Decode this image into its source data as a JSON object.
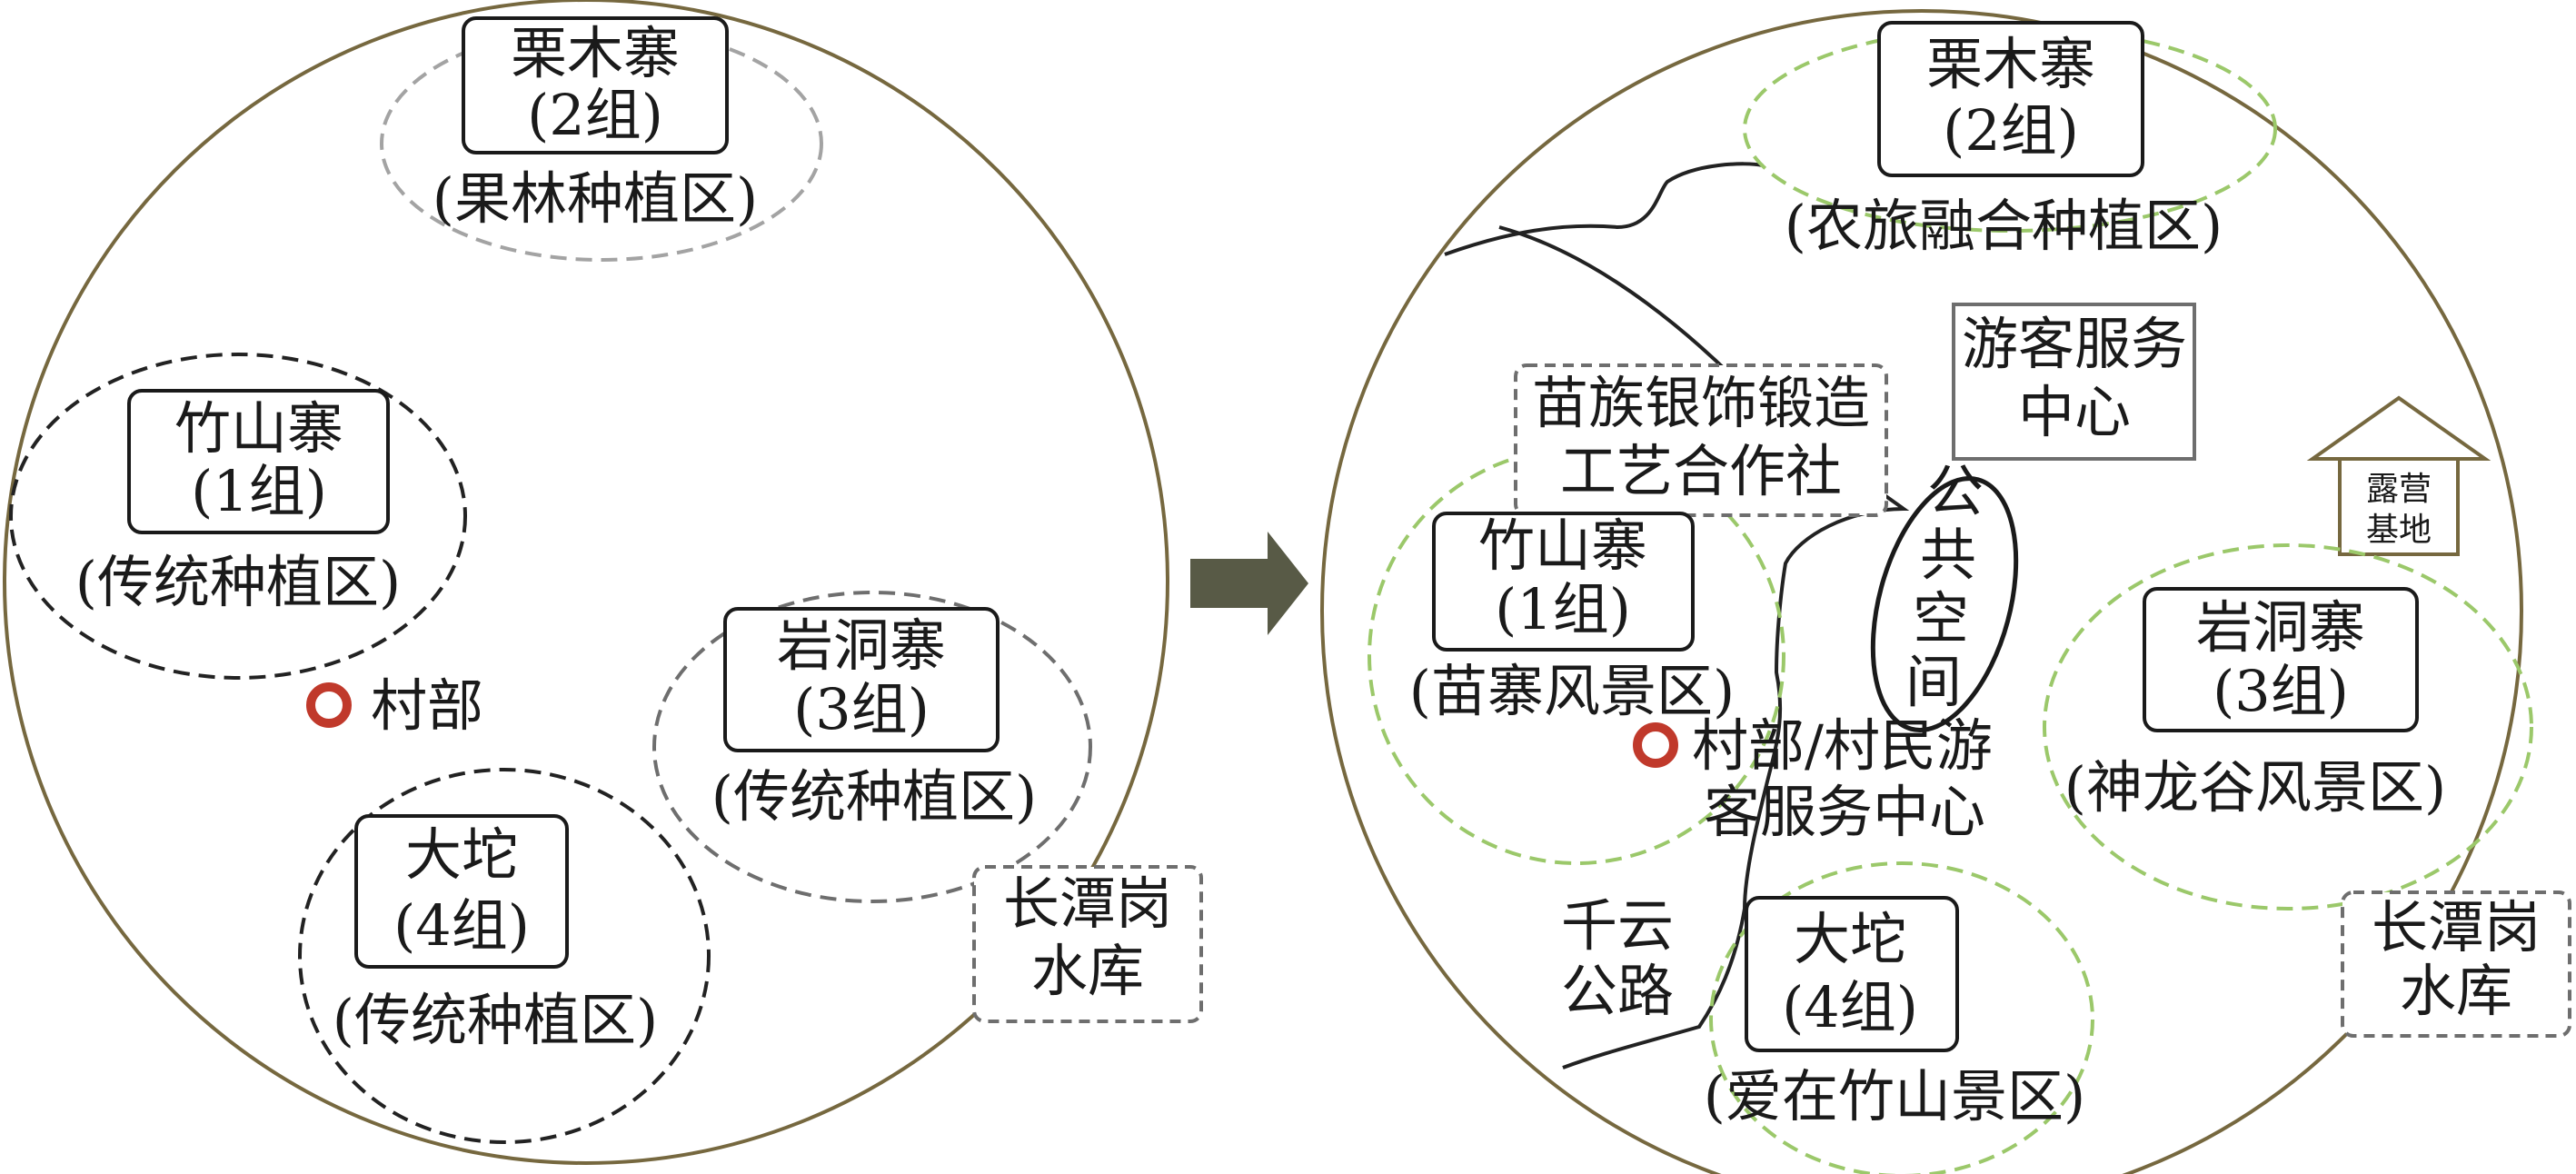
{
  "colors": {
    "outline": "#76683f",
    "black_dash": "#222222",
    "gray_dash": "#a3a3a3",
    "dark_gray_dash": "#6e6e6e",
    "green_dash": "#9bc86a",
    "marker_red": "#c0392b",
    "arrow": "#585a46",
    "road": "#222222"
  },
  "left_map": {
    "group2": {
      "name": "栗木寨",
      "group": "(2组)",
      "zone": "(果林种植区)"
    },
    "group1": {
      "name": "竹山寨",
      "group": "(1组)",
      "zone": "(传统种植区)"
    },
    "group3": {
      "name": "岩洞寨",
      "group": "(3组)",
      "zone": "(传统种植区)"
    },
    "group4": {
      "name": "大坨",
      "group": "(4组)",
      "zone": "(传统种植区)"
    },
    "village_office": "村部",
    "reservoir": [
      "长潭岗",
      "水库"
    ]
  },
  "arrow": {
    "icon": "right-arrow-icon"
  },
  "right_map": {
    "group2": {
      "name": "栗木寨",
      "group": "(2组)",
      "zone": "(农旅融合种植区)"
    },
    "group1": {
      "name": "竹山寨",
      "group": "(1组)",
      "zone": "(苗寨风景区)"
    },
    "group3": {
      "name": "岩洞寨",
      "group": "(3组)",
      "zone": "(神龙谷风景区)"
    },
    "group4": {
      "name": "大坨",
      "group": "(4组)",
      "zone": "(爱在竹山景区)"
    },
    "silver_coop": [
      "苗族银饰锻造",
      "工艺合作社"
    ],
    "visitor_center": [
      "游客服务",
      "中心"
    ],
    "public_space": [
      "公",
      "共",
      "空",
      "间"
    ],
    "camping": [
      "露营",
      "基地"
    ],
    "village_office": [
      "村部/村民游",
      "客服务中心"
    ],
    "road": [
      "千云",
      "公路"
    ],
    "reservoir": [
      "长潭岗",
      "水库"
    ]
  }
}
